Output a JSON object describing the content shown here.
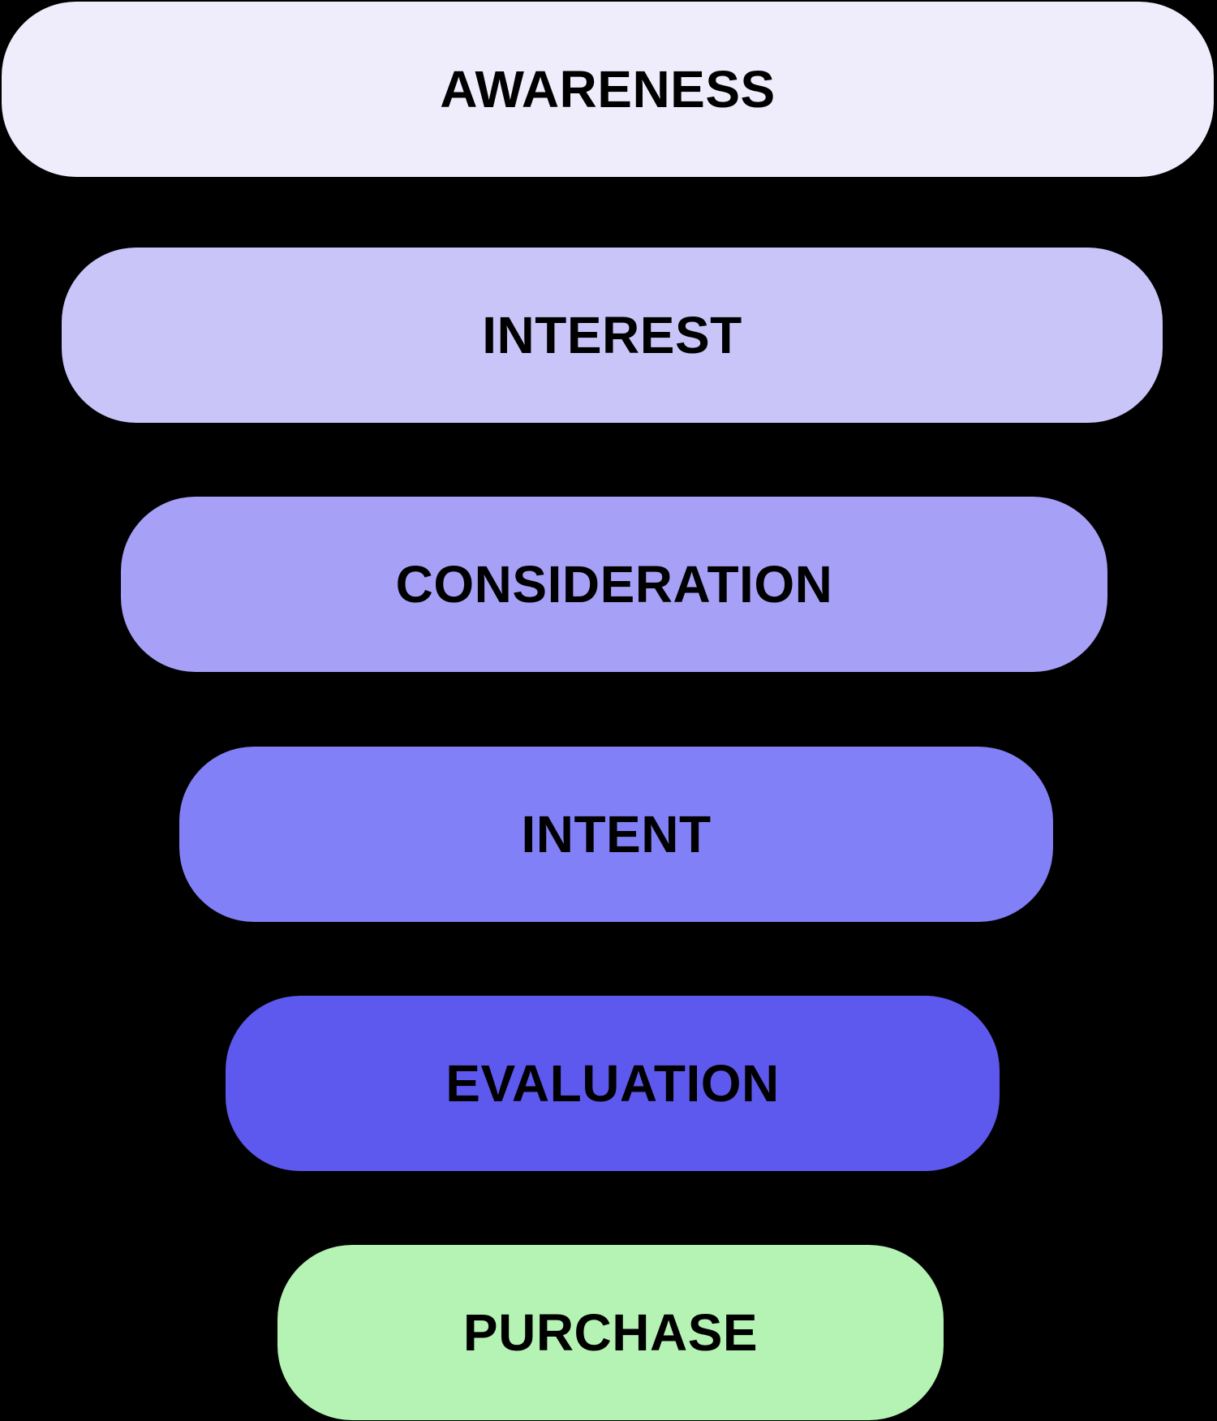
{
  "diagram": {
    "title": "marketing-funnel",
    "background_color": "#000000",
    "label_text_color": "#000000",
    "stages": [
      {
        "label": "AWARENESS",
        "color": "#EFEDFB"
      },
      {
        "label": "INTEREST",
        "color": "#C9C5F8"
      },
      {
        "label": "CONSIDERATION",
        "color": "#A6A1F6"
      },
      {
        "label": "INTENT",
        "color": "#8280F6"
      },
      {
        "label": "EVALUATION",
        "color": "#5E59EE"
      },
      {
        "label": "PURCHASE",
        "color": "#B5F3B5"
      }
    ]
  }
}
